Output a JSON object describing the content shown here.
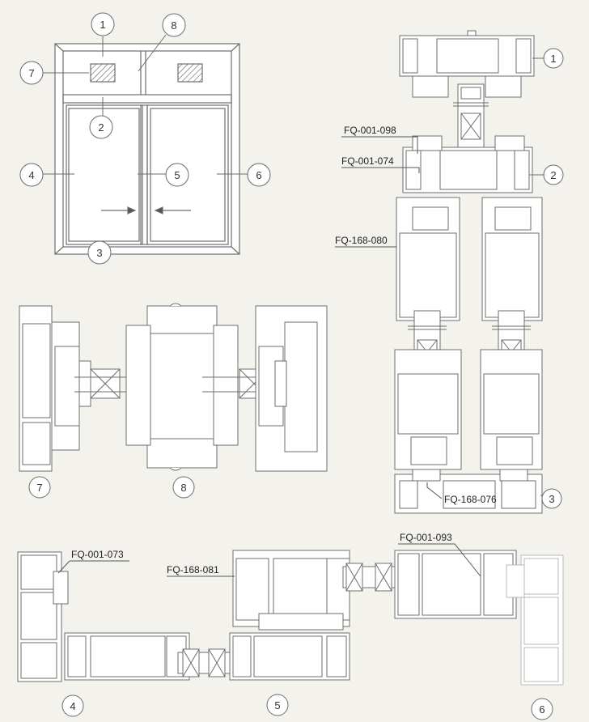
{
  "callouts": {
    "c1": "1",
    "c2": "2",
    "c3": "3",
    "c4": "4",
    "c5": "5",
    "c6": "6",
    "c7": "7",
    "c8": "8"
  },
  "section_labels": {
    "s1": "1",
    "s2": "2",
    "s3": "3",
    "s4": "4",
    "s5": "5",
    "s6": "6",
    "s7": "7",
    "s8": "8"
  },
  "part_codes": {
    "p098": "FQ-001-098",
    "p074": "FQ-001-074",
    "p080": "FQ-168-080",
    "p076": "FQ-168-076",
    "p073": "FQ-001-073",
    "p081": "FQ-168-081",
    "p093": "FQ-001-093"
  },
  "colors": {
    "line": "#6d6d6d",
    "profile_fill": "#ffffff",
    "hatch": "#444444",
    "paper": "#f4f2ed",
    "faded_line": "#b8b8b8"
  }
}
